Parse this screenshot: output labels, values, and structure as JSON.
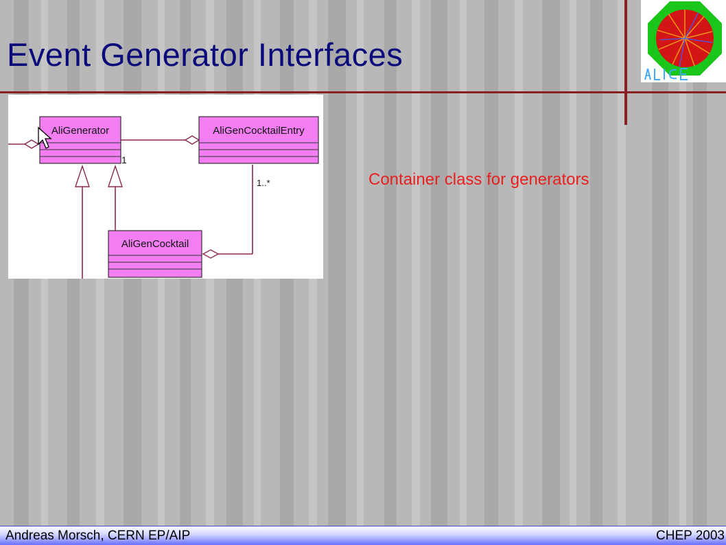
{
  "slide": {
    "title": "Event Generator Interfaces",
    "note": "Container class for generators"
  },
  "diagram": {
    "classes": {
      "generator": "AliGenerator",
      "entry": "AliGenCocktailEntry",
      "cocktail": "AliGenCocktail"
    },
    "multiplicity_one": "1",
    "multiplicity_many": "1..*"
  },
  "footer": {
    "left": "Andreas Morsch, CERN EP/AIP",
    "right": "CHEP 2003"
  },
  "colors": {
    "title": "#0a0a7a",
    "note": "#e82020",
    "rule": "#8a1f24",
    "class_fill": "#f27ef2"
  },
  "icons": {
    "logo": "alice-logo",
    "pointer": "mouse-pointer-icon"
  }
}
